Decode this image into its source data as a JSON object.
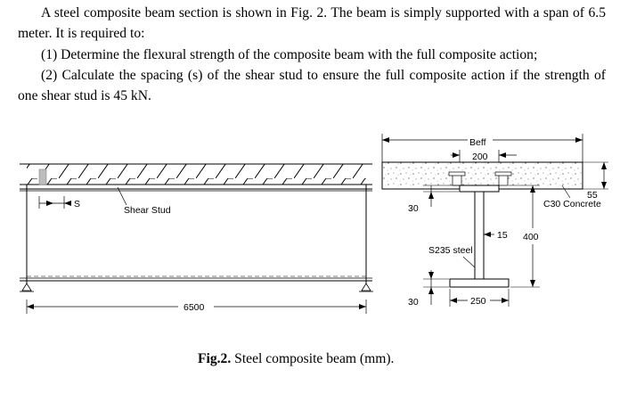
{
  "problem": {
    "intro": "A steel composite beam section is shown in Fig. 2. The beam is simply supported with a span of 6.5 meter. It is required to:",
    "question_1": "(1) Determine the flexural strength of the composite beam with the full composite action;",
    "question_2": "(2) Calculate the spacing (s) of the shear stud to ensure the full composite action if the strength of one shear stud is 45 kN."
  },
  "figure": {
    "label_s": "S",
    "label_shear_stud": "Shear Stud",
    "label_span": "6500",
    "label_beff": "Beff",
    "label_200": "200",
    "label_55": "55",
    "label_concrete": "C30 Concrete",
    "label_30_top": "30",
    "label_15": "15",
    "label_400": "400",
    "label_steel": "S235 steel",
    "label_30_bottom": "30",
    "label_250": "250",
    "caption_prefix": "Fig.2.",
    "caption_text": " Steel composite beam (mm)."
  }
}
